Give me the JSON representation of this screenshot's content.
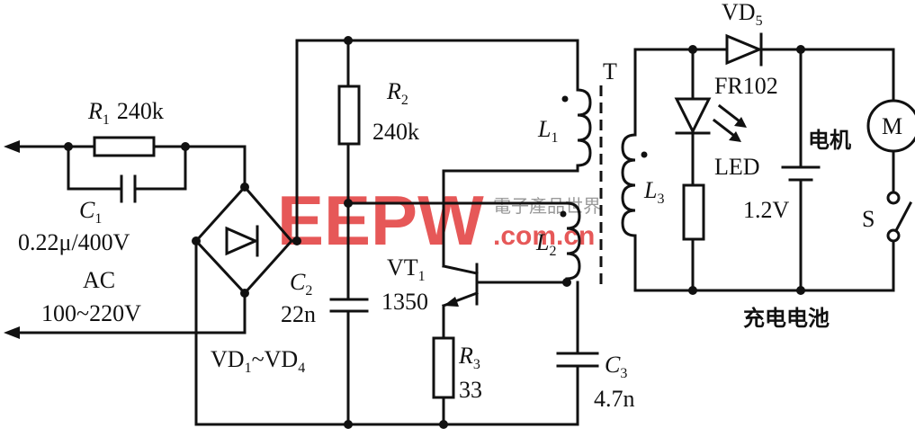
{
  "labels": {
    "r1": "R",
    "r1_sub": "1",
    "r1_val": "240k",
    "c1": "C",
    "c1_sub": "1",
    "c1_val": "0.22μ/400V",
    "ac": "AC",
    "ac_val": "100~220V",
    "bridge": "VD",
    "bridge_sub1": "1",
    "bridge_mid": "~VD",
    "bridge_sub2": "4",
    "r2": "R",
    "r2_sub": "2",
    "r2_val": "240k",
    "c2": "C",
    "c2_sub": "2",
    "c2_val": "22n",
    "vt1": "VT",
    "vt1_sub": "1",
    "vt1_val": "1350",
    "r3": "R",
    "r3_sub": "3",
    "r3_val": "33",
    "c3": "C",
    "c3_sub": "3",
    "c3_val": "4.7n",
    "l1": "L",
    "l1_sub": "1",
    "l2": "L",
    "l2_sub": "2",
    "l3": "L",
    "l3_sub": "3",
    "t": "T",
    "vd5": "VD",
    "vd5_sub": "5",
    "vd5_val": "FR102",
    "led": "LED",
    "battery_v": "1.2V",
    "motor_cn": "电机",
    "motor_m": "M",
    "switch_s": "S",
    "battery_cn": "充电电池"
  },
  "watermark": {
    "logo": "EEPW",
    "site": ".com.cn",
    "slogan": "電子產品世界"
  }
}
